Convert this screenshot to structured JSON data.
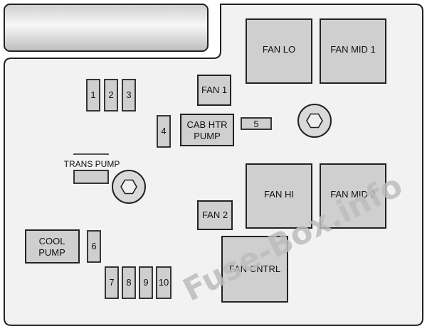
{
  "fuses": {
    "fan_lo": "FAN LO",
    "fan_mid_1": "FAN MID 1",
    "fan_1": "FAN 1",
    "f1": "1",
    "f2": "2",
    "f3": "3",
    "f4": "4",
    "cab_htr_line1": "CAB HTR",
    "cab_htr_line2": "PUMP",
    "f5": "5",
    "trans_pump": "TRANS PUMP",
    "fan_hi": "FAN HI",
    "fan_mid_2": "FAN MID 2",
    "fan_2": "FAN 2",
    "cool_line1": "COOL",
    "cool_line2": "PUMP",
    "f6": "6",
    "fan_cntrl": "FAN CNTRL",
    "f7": "7",
    "f8": "8",
    "f9": "9",
    "f10": "10"
  },
  "watermark": "Fuse-Box.info",
  "colors": {
    "panel_fill": "#f2f2f2",
    "fuse_fill": "#cfcfcf",
    "outline": "#222222",
    "watermark": "#bdbdbd"
  }
}
